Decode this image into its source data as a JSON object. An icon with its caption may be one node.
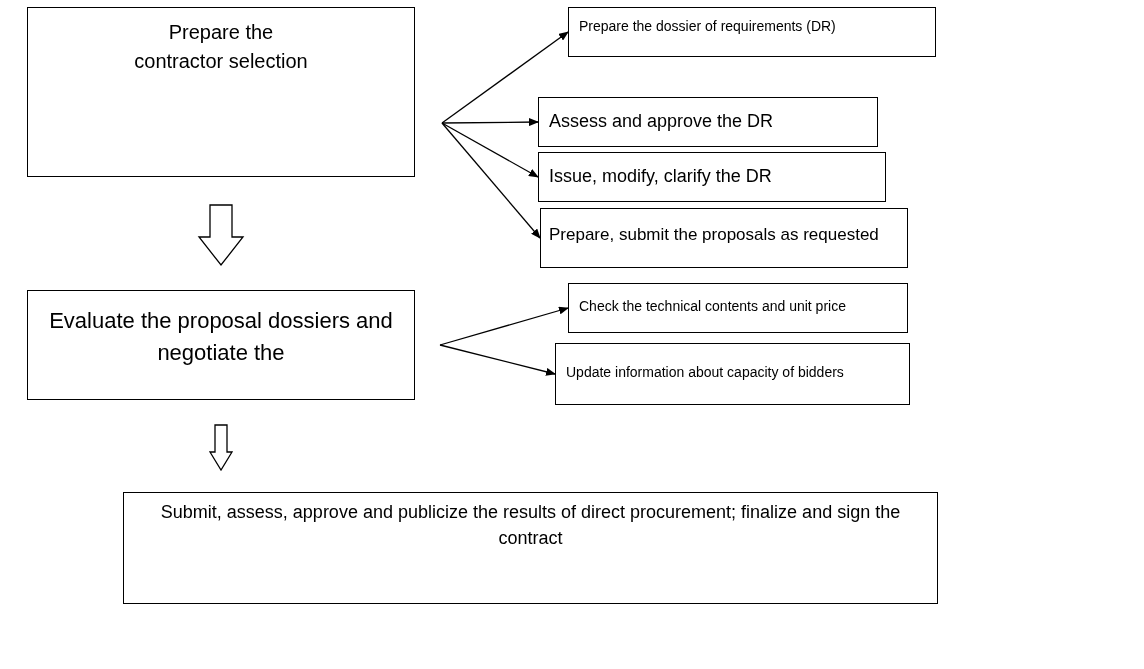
{
  "diagram": {
    "nodes": [
      {
        "text": [
          "Prepare the contractor selection"
        ]
      },
      {
        "text": [
          "Prepare the dossier of requirements (DR)"
        ]
      },
      {
        "text": [
          "Assess and approve the DR"
        ]
      },
      {
        "text": [
          "Issue, modify, clarify the DR"
        ]
      },
      {
        "text": [
          "Prepare, submit the proposals as requested"
        ]
      },
      {
        "text": [
          "Evaluate the proposal dossiers and negotiate the"
        ]
      },
      {
        "text": [
          "Check the technical contents and unit price"
        ]
      },
      {
        "text": [
          "Update information about capacity of bidders"
        ]
      },
      {
        "text": [
          "Submit, assess, approve and publicize the results of direct procurement; finalize and sign the contract"
        ]
      }
    ],
    "edges": [
      {
        "from": 0,
        "to": 1,
        "arrow": "to"
      },
      {
        "from": 0,
        "to": 2,
        "arrow": "to"
      },
      {
        "from": 0,
        "to": 3,
        "arrow": "to"
      },
      {
        "from": 0,
        "to": 4,
        "arrow": "to"
      },
      {
        "from": 0,
        "to": 5,
        "arrow": "to",
        "style": "thick"
      },
      {
        "from": 5,
        "to": 6,
        "arrow": "to"
      },
      {
        "from": 5,
        "to": 7,
        "arrow": "to"
      },
      {
        "from": 5,
        "to": 8,
        "arrow": "to",
        "style": "thick"
      }
    ]
  }
}
